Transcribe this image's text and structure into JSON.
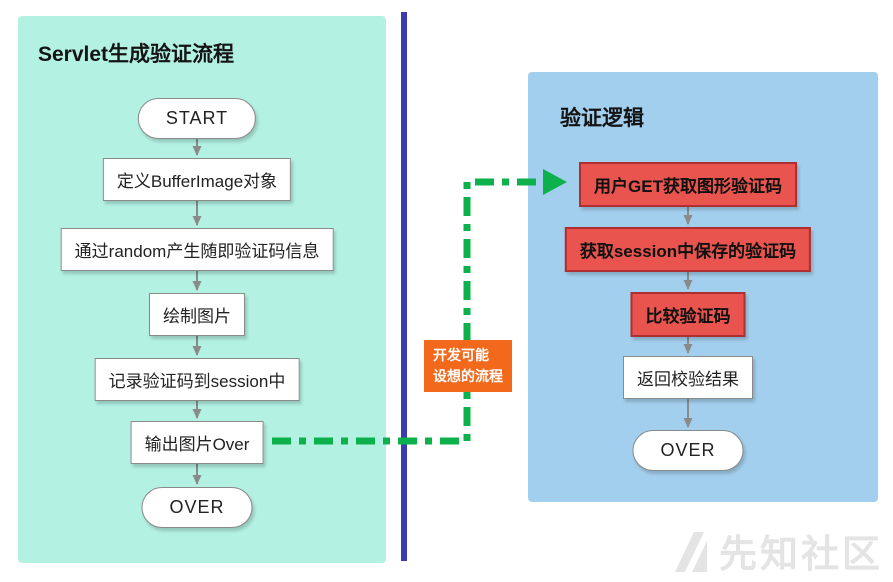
{
  "left_panel": {
    "title": "Servlet生成验证流程",
    "nodes": [
      {
        "label": "START"
      },
      {
        "label": "定义BufferImage对象"
      },
      {
        "label": "通过random产生随即验证码信息"
      },
      {
        "label": "绘制图片"
      },
      {
        "label": "记录验证码到session中"
      },
      {
        "label": "输出图片Over"
      },
      {
        "label": "OVER"
      }
    ]
  },
  "right_panel": {
    "title": "验证逻辑",
    "nodes": [
      {
        "label": "用户GET获取图形验证码"
      },
      {
        "label": "获取session中保存的验证码"
      },
      {
        "label": "比较验证码"
      },
      {
        "label": "返回校验结果"
      },
      {
        "label": "OVER"
      }
    ]
  },
  "annotation": {
    "label": "开发可能\n设想的流程"
  },
  "watermark": {
    "text": "先知社区"
  },
  "colors": {
    "left_panel_bg": "#b3f1e3",
    "right_panel_bg": "#a3cfee",
    "divider_blue": "#3c3caf",
    "highlight_red": "#e9544e",
    "highlight_border": "#ae2f2f",
    "green_arrow": "#0db14b",
    "annotation_orange": "#f2691c",
    "gray_arrow": "#8a8a8a"
  }
}
